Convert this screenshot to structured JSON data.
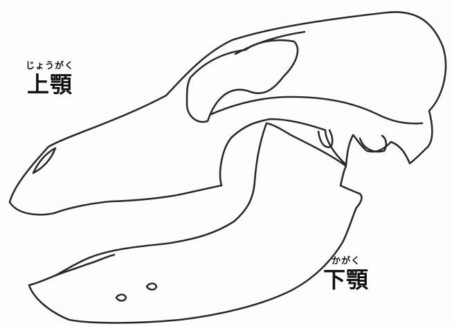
{
  "labels": {
    "upper_jaw": {
      "reading": "じょうがく",
      "text": "上顎"
    },
    "lower_jaw": {
      "reading": "かがく",
      "text": "下顎"
    }
  },
  "colors": {
    "line": "#2a2a2a",
    "text": "#111111",
    "background": "#fdfdfd"
  }
}
